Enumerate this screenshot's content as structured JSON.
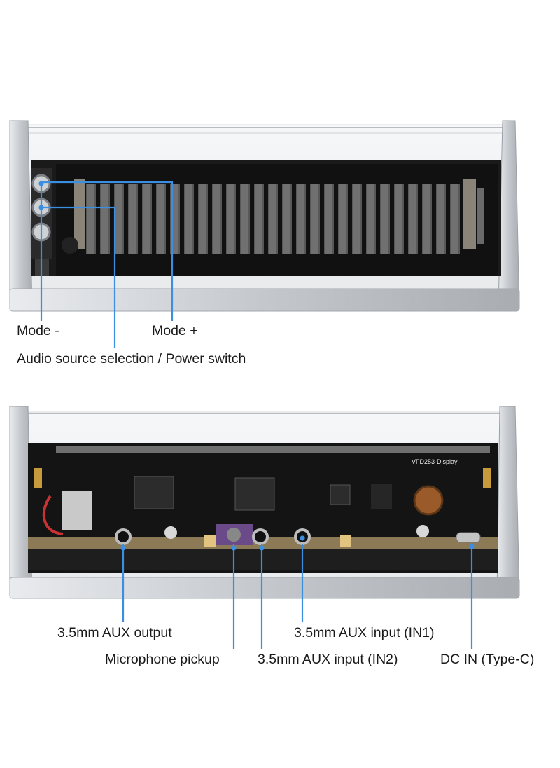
{
  "top_panel": {
    "callouts": {
      "mode_minus": "Mode -",
      "mode_plus": "Mode +",
      "audio_source": "Audio source selection / Power switch"
    }
  },
  "bottom_panel": {
    "board_label": "VFD253-Display",
    "callouts": {
      "aux_output": "3.5mm AUX output",
      "microphone": "Microphone pickup",
      "aux_in2": "3.5mm AUX input (IN2)",
      "aux_in1": "3.5mm AUX input (IN1)",
      "dc_in": "DC IN (Type-C)"
    }
  },
  "colors": {
    "callout_line": "#3b8ee0",
    "aluminium": "#c9cdd2",
    "pcb": "#141414",
    "vfd_segment": "#6b6b6b"
  }
}
